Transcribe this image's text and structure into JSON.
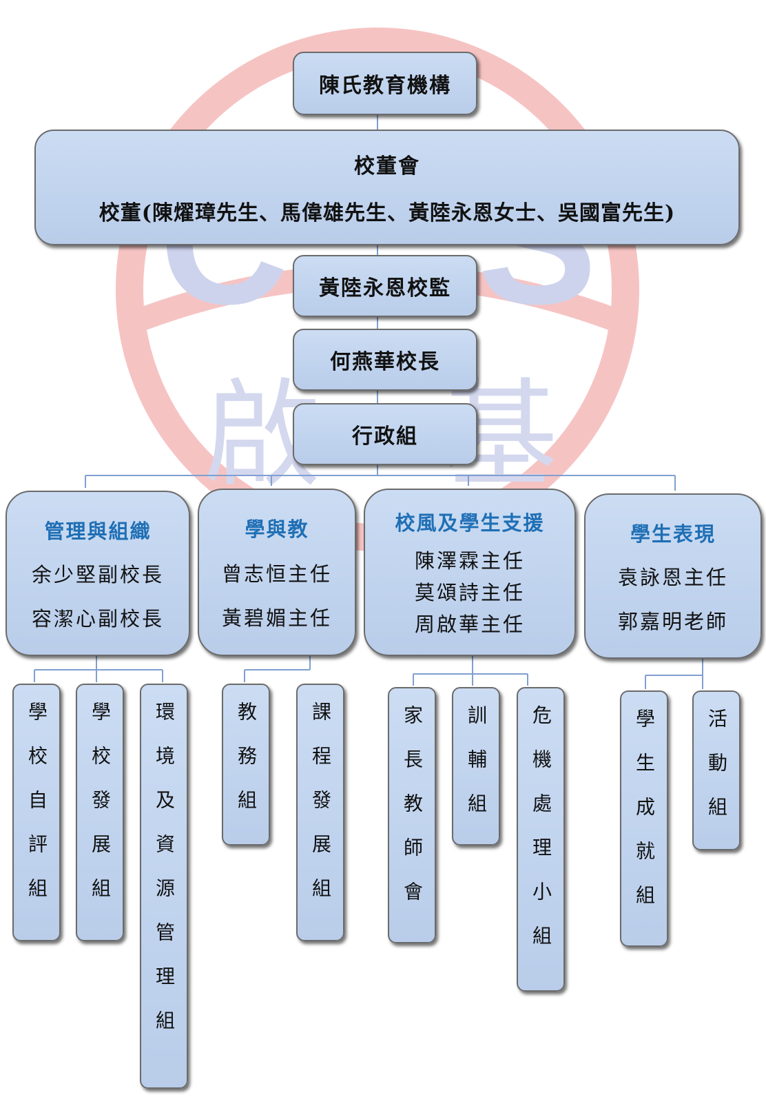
{
  "watermark": {
    "letters": [
      "C",
      "S"
    ],
    "chars": [
      "啟",
      "基"
    ],
    "colors": {
      "ring": "#f3b8b8",
      "letters": "#c9cfe8"
    }
  },
  "org": {
    "root": "陳氏教育機構",
    "board": {
      "title": "校董會",
      "members": "校董(陳燿璋先生、馬偉雄先生、黃陸永恩女士、吳國富先生)"
    },
    "supervisor": "黃陸永恩校監",
    "principal": "何燕華校長",
    "admin": "行政組",
    "departments": [
      {
        "title": "管理與組織",
        "persons": [
          "余少堅副校長",
          "容潔心副校長"
        ],
        "units": [
          "學校自評組",
          "學校發展組",
          "環境及資源管理組"
        ]
      },
      {
        "title": "學與教",
        "persons": [
          "曾志恒主任",
          "黃碧媚主任"
        ],
        "units": [
          "教務組",
          "課程發展組"
        ]
      },
      {
        "title": "校風及學生支援",
        "persons": [
          "陳澤霖主任",
          "莫頌詩主任",
          "周啟華主任"
        ],
        "units": [
          "家長教師會",
          "訓輔組",
          "危機處理小組"
        ]
      },
      {
        "title": "學生表現",
        "persons": [
          "袁詠恩主任",
          "郭嘉明老師"
        ],
        "units": [
          "學生成就組",
          "活動組"
        ]
      }
    ]
  },
  "colors": {
    "box_fill": "#c3d6f0",
    "dept_title": "#1f6fb5",
    "connector": "#7f9fd0"
  }
}
